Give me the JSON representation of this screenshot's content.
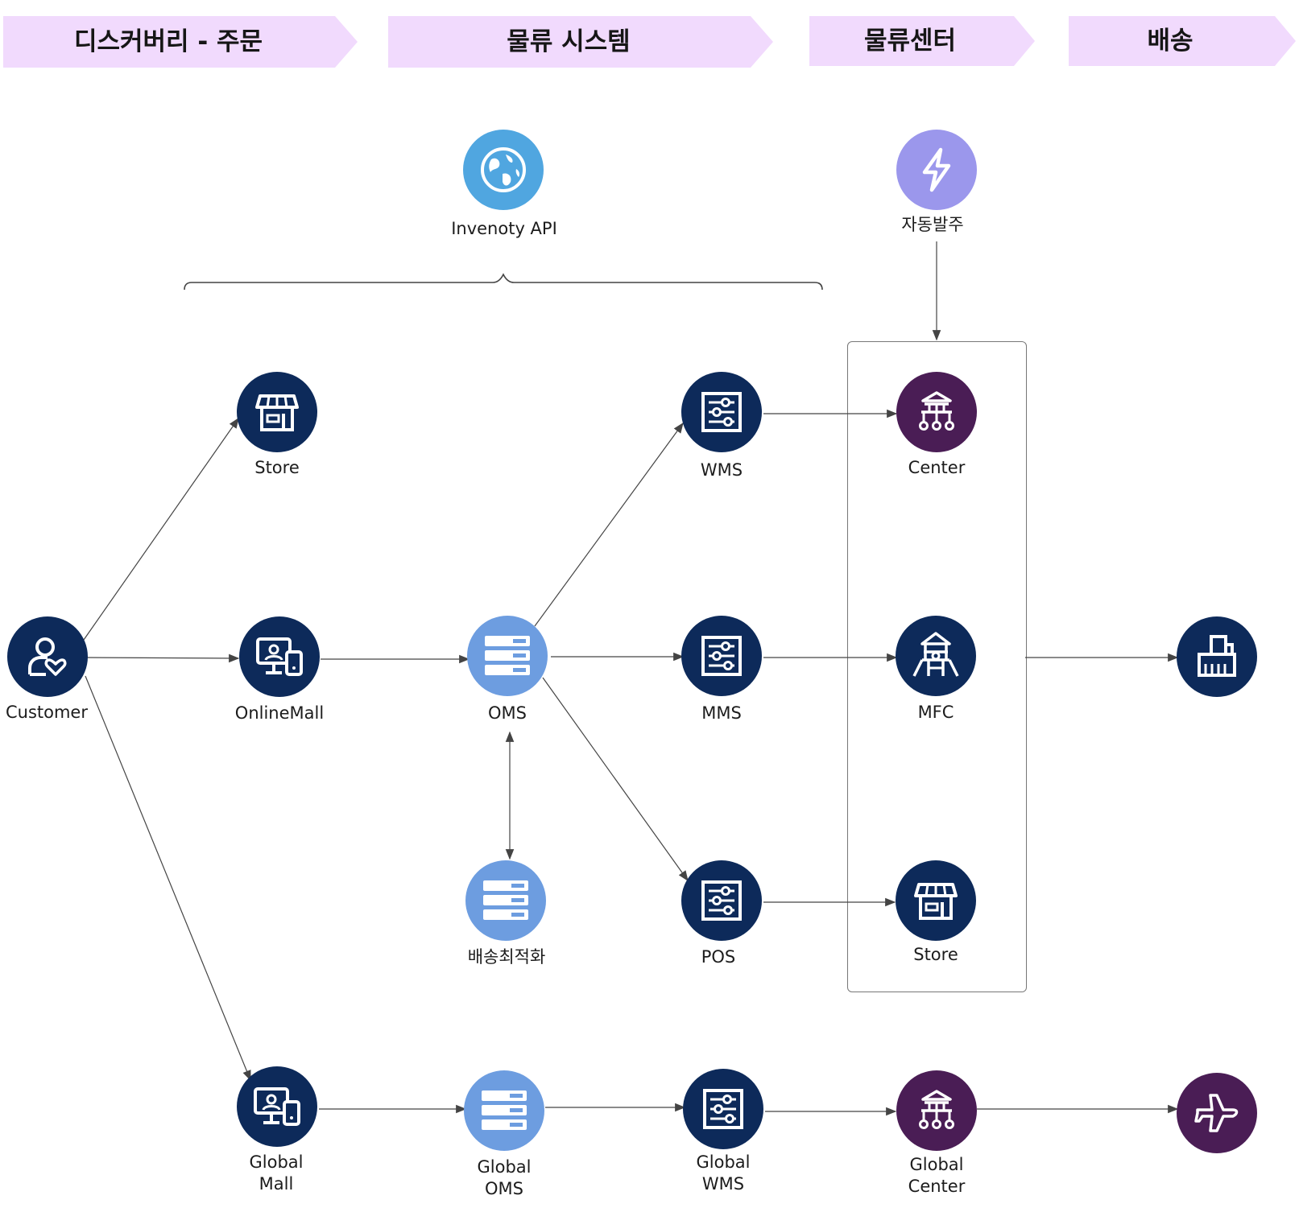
{
  "headers": [
    {
      "id": "discovery",
      "label": "디스커버리 - 주문"
    },
    {
      "id": "logistics-system",
      "label": "물류 시스템"
    },
    {
      "id": "logistics-center",
      "label": "물류센터"
    },
    {
      "id": "delivery",
      "label": "배송"
    }
  ],
  "nodes": {
    "inventory_api": {
      "label": "Invenoty API",
      "icon": "globe-icon"
    },
    "auto_order": {
      "label": "자동발주",
      "icon": "lightning-icon"
    },
    "customer": {
      "label": "Customer",
      "icon": "user-heart-icon"
    },
    "store_top": {
      "label": "Store",
      "icon": "storefront-icon"
    },
    "online_mall": {
      "label": "OnlineMall",
      "icon": "monitor-phone-icon"
    },
    "global_mall": {
      "label": "Global\nMall",
      "icon": "monitor-phone-icon"
    },
    "oms": {
      "label": "OMS",
      "icon": "server-icon"
    },
    "delivery_opt": {
      "label": "배송최적화",
      "icon": "server-icon"
    },
    "global_oms": {
      "label": "Global\nOMS",
      "icon": "server-icon"
    },
    "wms": {
      "label": "WMS",
      "icon": "control-panel-icon"
    },
    "mms": {
      "label": "MMS",
      "icon": "control-panel-icon"
    },
    "pos": {
      "label": "POS",
      "icon": "control-panel-icon"
    },
    "global_wms": {
      "label": "Global\nWMS",
      "icon": "control-panel-icon"
    },
    "center": {
      "label": "Center",
      "icon": "network-hub-icon"
    },
    "mfc": {
      "label": "MFC",
      "icon": "tower-icon"
    },
    "store_center": {
      "label": "Store",
      "icon": "storefront-icon"
    },
    "global_center": {
      "label": "Global\nCenter",
      "icon": "network-hub-icon"
    },
    "delivery_building": {
      "label": "",
      "icon": "building-icon"
    },
    "delivery_plane": {
      "label": "",
      "icon": "airplane-icon"
    }
  },
  "colors": {
    "header_bg": "#f1dafd",
    "node_dark": "#0d2a5a",
    "node_purple": "#4a1d55",
    "node_light": "#6d9de0",
    "node_blue": "#50a6e0",
    "node_violet": "#9b97ec",
    "edge": "#444444"
  }
}
